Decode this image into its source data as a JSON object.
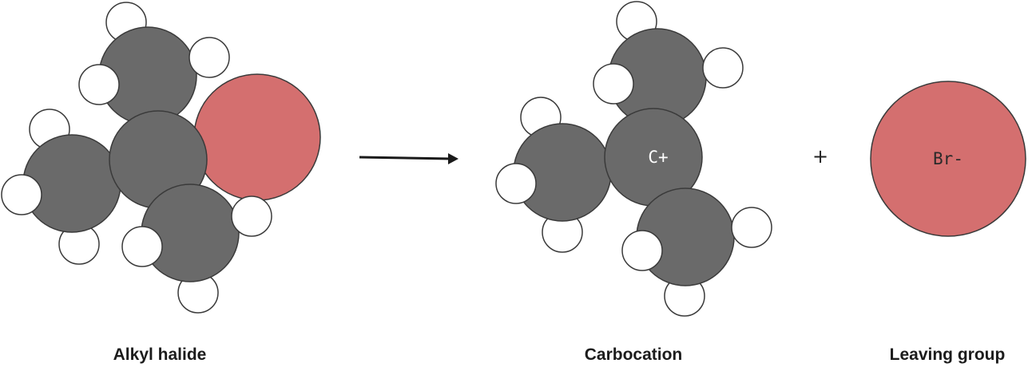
{
  "labels": {
    "reactant": "Alkyl halide",
    "carbocation": "Carbocation",
    "leaving_group": "Leaving group",
    "carbocation_atom": "C+",
    "bromide_atom": "Br-",
    "plus": "+"
  },
  "colors": {
    "carbon": "#6a6a6a",
    "hydrogen": "#ffffff",
    "bromine": "#d46f6f",
    "outline": "#3a3a3a",
    "arrow": "#1a1a1a",
    "atom_text": "#ffffff",
    "bromide_text": "#2a2a2a"
  }
}
